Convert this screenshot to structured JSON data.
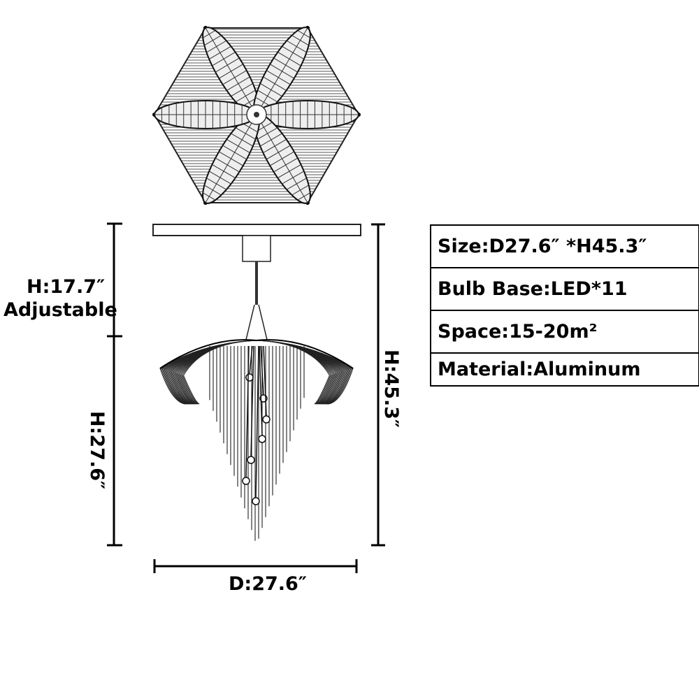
{
  "dimensions": {
    "adjustable_height": "H:17.7″",
    "adjustable_label": "Adjustable",
    "body_height": "H:27.6″",
    "total_height": "H:45.3″",
    "diameter": "D:27.6″"
  },
  "specs": [
    {
      "text": "Size:D27.6″  *H45.3″"
    },
    {
      "text": "Bulb Base:LED*11"
    },
    {
      "text": "Space:15-20m²"
    },
    {
      "text": "Material:Aluminum"
    }
  ]
}
